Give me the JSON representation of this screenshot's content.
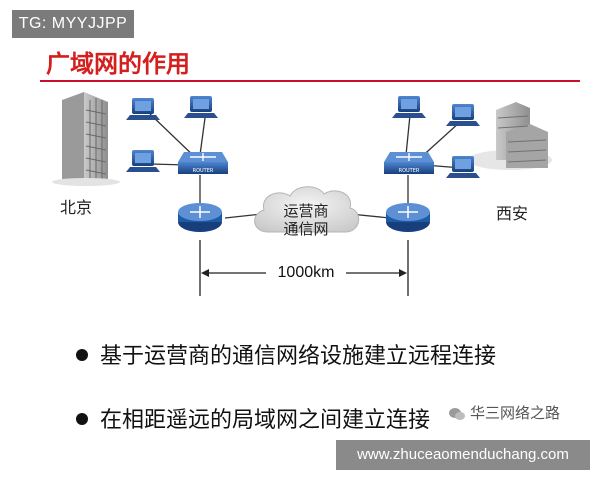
{
  "badge": "TG: MYYJJPP",
  "title": "广域网的作用",
  "diagram": {
    "left_city": "北京",
    "right_city": "西安",
    "cloud_line1": "运营商",
    "cloud_line2": "通信网",
    "distance": "1000km",
    "device_label": "ROUTER"
  },
  "bullets": [
    "基于运营商的通信网络设施建立远程连接",
    "在相距遥远的局域网之间建立连接"
  ],
  "watermark": "华三网络之路",
  "url": "www.zhuceaomenduchang.com",
  "colors": {
    "title": "#d41f1f",
    "rule": "#c8102e",
    "device": "#1e5aa8",
    "cloud": "#e6e6e6"
  }
}
